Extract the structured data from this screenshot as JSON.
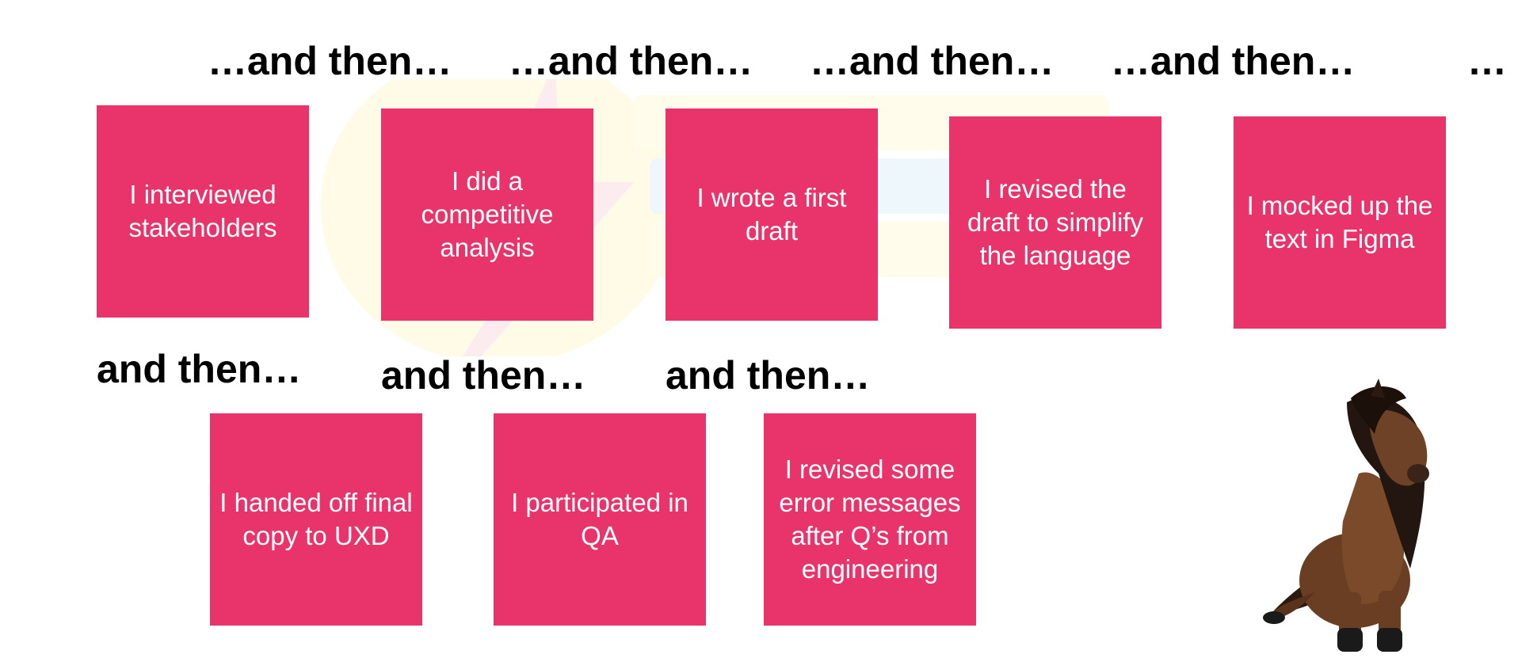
{
  "connectors": {
    "top": [
      "…and then…",
      "…and then…",
      "…and then…",
      "…and then…",
      "…"
    ],
    "bottom": [
      "and then…",
      "and then…",
      "and then…"
    ]
  },
  "notes": [
    "I interviewed stakeholders",
    "I did a competitive analysis",
    "I wrote a first draft",
    "I revised the draft to simplify the language",
    "I mocked up the text in Figma",
    "I handed off final copy to UXD",
    "I participated in QA",
    "I revised some error messages after Q’s from engineering"
  ],
  "colors": {
    "note": "#e8346a",
    "text": "#000000",
    "background": "#ffffff"
  },
  "image": {
    "subject": "pony-image"
  }
}
